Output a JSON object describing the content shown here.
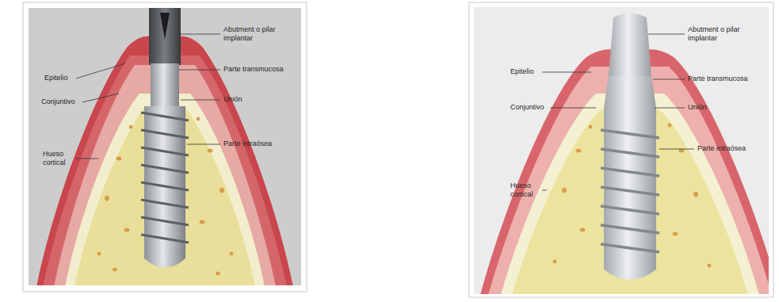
{
  "diagram": {
    "labels": [
      "Abutment o pilar implantar",
      "Epitelio",
      "Parte transmucosa",
      "Conjuntivo",
      "Unión",
      "Hueso cortical",
      "Parte intraósea",
      "Abutment o pilar implantar",
      "Epitelio",
      "Parte transmucosa",
      "Conjuntivo",
      "Unión",
      "Hueso cortical",
      "Parte intraósea"
    ]
  }
}
